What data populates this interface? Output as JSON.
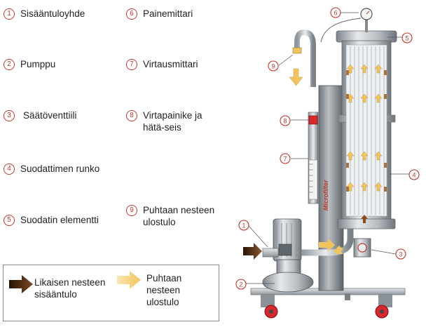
{
  "legend": [
    {
      "num": "1",
      "label": "Sisääntuloyhde"
    },
    {
      "num": "2",
      "label": "Pumppu"
    },
    {
      "num": "3",
      "label": "Säätöventtiili"
    },
    {
      "num": "4",
      "label": "Suodattimen runko"
    },
    {
      "num": "5",
      "label": "Suodatin elementti"
    },
    {
      "num": "6",
      "label": "Painemittari"
    },
    {
      "num": "7",
      "label": "Virtausmittari"
    },
    {
      "num": "8",
      "label": "Virtapainike ja hätä-seis"
    },
    {
      "num": "9",
      "label": "Puhtaan nesteen ulostulo"
    }
  ],
  "flow_key": {
    "dirty": {
      "label": "Likaisen nesteen sisääntulo",
      "color": "#5a2e12"
    },
    "clean": {
      "label": "Puhtaan nesteen ulostulo",
      "color": "#f2c45e"
    }
  },
  "callouts": [
    "1",
    "2",
    "3",
    "4",
    "5",
    "6",
    "7",
    "8",
    "9"
  ],
  "brand_text": "Microfilter",
  "colors": {
    "accent": "#c0392b",
    "steel": "#9fa6ad",
    "dark_steel": "#5f666c",
    "wheel": "#d9272e"
  }
}
